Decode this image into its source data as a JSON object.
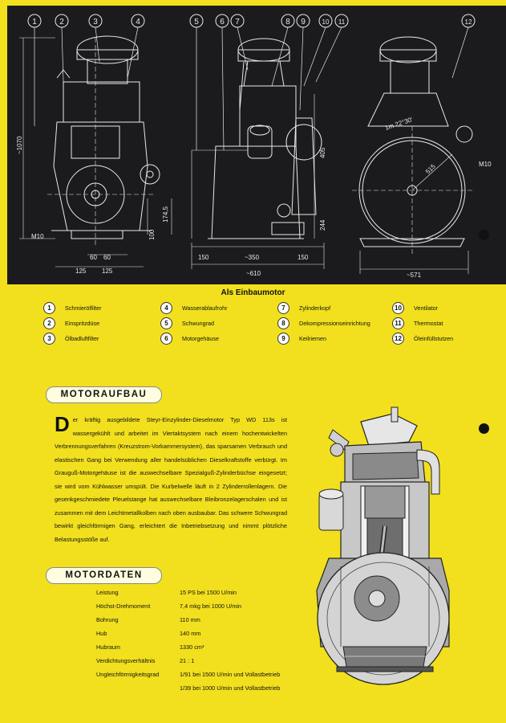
{
  "blueprint": {
    "callouts": [
      "1",
      "2",
      "3",
      "4",
      "5",
      "6",
      "7",
      "8",
      "9",
      "10",
      "11",
      "12"
    ],
    "dims": {
      "h1070": "~1070",
      "m10a": "M10",
      "d60a": "60",
      "d60b": "60",
      "d125a": "125",
      "d125b": "125",
      "d100": "100",
      "d174": "174,5",
      "d150a": "150",
      "d350": "~350",
      "d150b": "150",
      "d610": "~610",
      "d405": "405",
      "d244": "244",
      "angle": "1m 22°30'",
      "d515": "515",
      "m10b": "M10",
      "d571": "~571"
    }
  },
  "caption": {
    "title": "Als Einbaumotor"
  },
  "legend": [
    {
      "num": "1",
      "label": "Schmierölfilter"
    },
    {
      "num": "2",
      "label": "Einspritzdüse"
    },
    {
      "num": "3",
      "label": "Ölbadluftfilter"
    },
    {
      "num": "4",
      "label": "Wasserablaufrohr"
    },
    {
      "num": "5",
      "label": "Schwungrad"
    },
    {
      "num": "6",
      "label": "Motorgehäuse"
    },
    {
      "num": "7",
      "label": "Zylinderkopf"
    },
    {
      "num": "8",
      "label": "Dekompressionseinrichtung"
    },
    {
      "num": "9",
      "label": "Keilriemen"
    },
    {
      "num": "10",
      "label": "Ventilator"
    },
    {
      "num": "11",
      "label": "Thermostat"
    },
    {
      "num": "12",
      "label": "Öleinfüllstutzen"
    }
  ],
  "aufbau": {
    "heading": "MOTORAUFBAU",
    "dropcap": "D",
    "text": "er kräftig ausgebildete Steyr-Einzylinder-Dieselmotor Typ WD 113s ist wassergekühlt und arbeitet im Viertaktsystem nach einem hochentwickelten Verbrennungsverfahren (Kreuzstrom-Vorkammersystem), das sparsamen Verbrauch und elastischen Gang bei Verwendung aller handelsüblichen Dieselkraftstoffe verbürgt. Im Grauguß-Motorgehäuse ist die auswechselbare Spezialguß-Zylinderbüchse eingesetzt; sie wird vom Kühlwasser umspült. Die Kurbelwelle läuft in 2 Zylinderrollenlagern. Die gesenkgeschmiedete Pleuelstange hat auswechselbare Bleibronzelagerschalen und ist zusammen mit dem Leichtmetallkolben nach oben ausbaubar. Das schwere Schwungrad bewirkt gleichförmigen Gang, erleichtert die Inbetriebsetzung und nimmt plötzliche Belastungsstöße auf."
  },
  "daten": {
    "heading": "MOTORDATEN",
    "rows": [
      {
        "label": "Leistung",
        "value": "15 PS bei 1500 U/min"
      },
      {
        "label": "Höchst-Drehmoment",
        "value": "7,4 mkg bei 1000 U/min"
      },
      {
        "label": "Bohrung",
        "value": "110 mm"
      },
      {
        "label": "Hub",
        "value": "140 mm"
      },
      {
        "label": "Hubraum",
        "value": "1330 cm³"
      },
      {
        "label": "Verdichtungsverhältnis",
        "value": "21 : 1"
      },
      {
        "label": "Ungleichförmigkeitsgrad",
        "value": "1/91 bei 1500 U/min und Vollastbetrieb"
      },
      {
        "label": "",
        "value": "1/39 bei 1000 U/min und Vollastbetrieb"
      }
    ]
  }
}
